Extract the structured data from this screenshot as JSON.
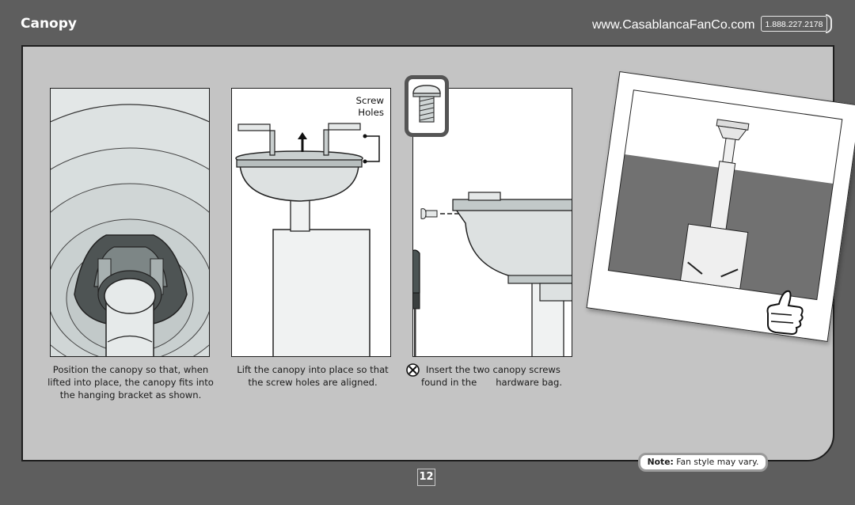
{
  "header": {
    "title": "Canopy",
    "website": "www.CasablancaFanCo.com",
    "phone": "1.888.227.2178"
  },
  "steps": [
    {
      "caption_lines": [
        "Position the canopy so that, when",
        "lifted into place, the canopy fits into",
        "the hanging bracket as shown."
      ]
    },
    {
      "caption_lines": [
        "Lift the canopy into place so that",
        "the screw holes are aligned."
      ],
      "callout_lines": [
        "Screw",
        "Holes"
      ]
    },
    {
      "caption_lines": [
        "Insert the two canopy screws",
        "found in the",
        "hardware bag."
      ]
    }
  ],
  "note": {
    "label": "Note:",
    "text": "Fan style may vary."
  },
  "page_number": "12"
}
